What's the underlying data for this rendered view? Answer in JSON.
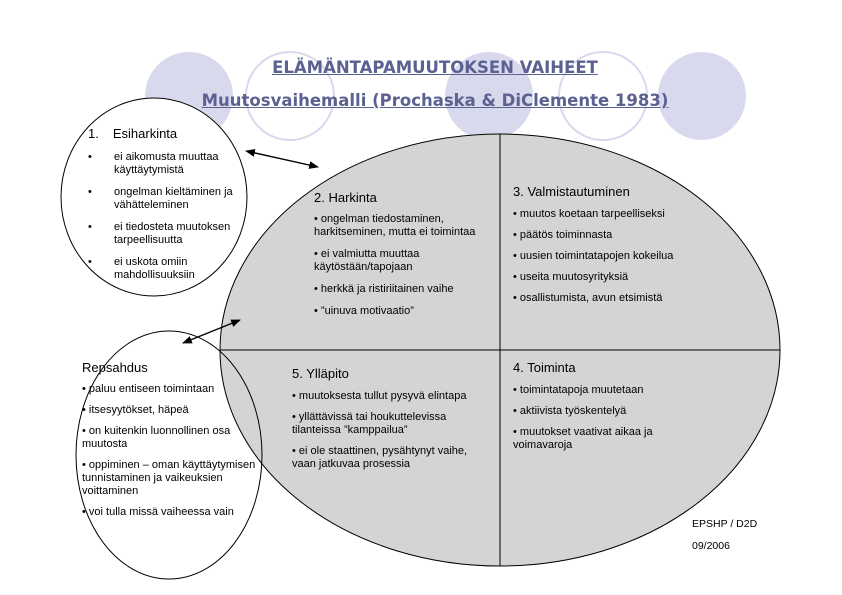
{
  "title": "ELÄMÄNTAPAMUUTOKSEN VAIHEET",
  "subtitle": "Muutosvaihemalli (Prochaska & DiClemente 1983)",
  "stages": {
    "esiharkinta": {
      "number": "1.",
      "title": "Esiharkinta",
      "items": [
        "ei aikomusta muuttaa käyttäytymistä",
        "ongelman kieltäminen ja vähätteleminen",
        "ei tiedosteta muutoksen tarpeellisuutta",
        "ei uskota omiin mahdollisuuksiin"
      ]
    },
    "harkinta": {
      "title": "2. Harkinta",
      "items": [
        "ongelman tiedostaminen, harkitseminen, mutta ei toimintaa",
        "ei valmiutta muuttaa käytöstään/tapojaan",
        "herkkä ja ristiriitainen vaihe",
        "”uinuva motivaatio”"
      ]
    },
    "valmistautuminen": {
      "title": "3. Valmistautuminen",
      "items": [
        "muutos koetaan tarpeelliseksi",
        "päätös toiminnasta",
        "uusien toimintatapojen kokeilua",
        "useita muutosyrityksiä",
        "osallistumista, avun etsimistä"
      ]
    },
    "toiminta": {
      "title": "4. Toiminta",
      "items": [
        "toimintatapoja muutetaan",
        "aktiivista työskentelyä",
        "muutokset vaativat aikaa ja voimavaroja"
      ]
    },
    "yllapito": {
      "title": "5. Ylläpito",
      "items": [
        "muutoksesta tullut pysyvä elintapa",
        "yllättävissä tai houkuttelevissa tilanteissa ”kamppailua”",
        "ei ole staattinen, pysähtynyt vaihe, vaan jatkuvaa prosessia"
      ]
    },
    "repsahdus": {
      "title": "Repsahdus",
      "items": [
        "paluu entiseen toimintaan",
        "itsesyytökset, häpeä",
        "on kuitenkin luonnollinen osa muutosta",
        "oppiminen – oman käyttäytymisen tunnistaminen ja vaikeuksien voittaminen",
        "voi tulla missä vaiheessa vain"
      ]
    }
  },
  "footer": {
    "org": "EPSHP / D2D",
    "date": "09/2006"
  },
  "bullet_symbol": "•",
  "colors": {
    "title": "#5b6190",
    "decor_circle": "#d9d9ed",
    "main_ellipse": "#d4d4d4",
    "outline": "#000000"
  }
}
